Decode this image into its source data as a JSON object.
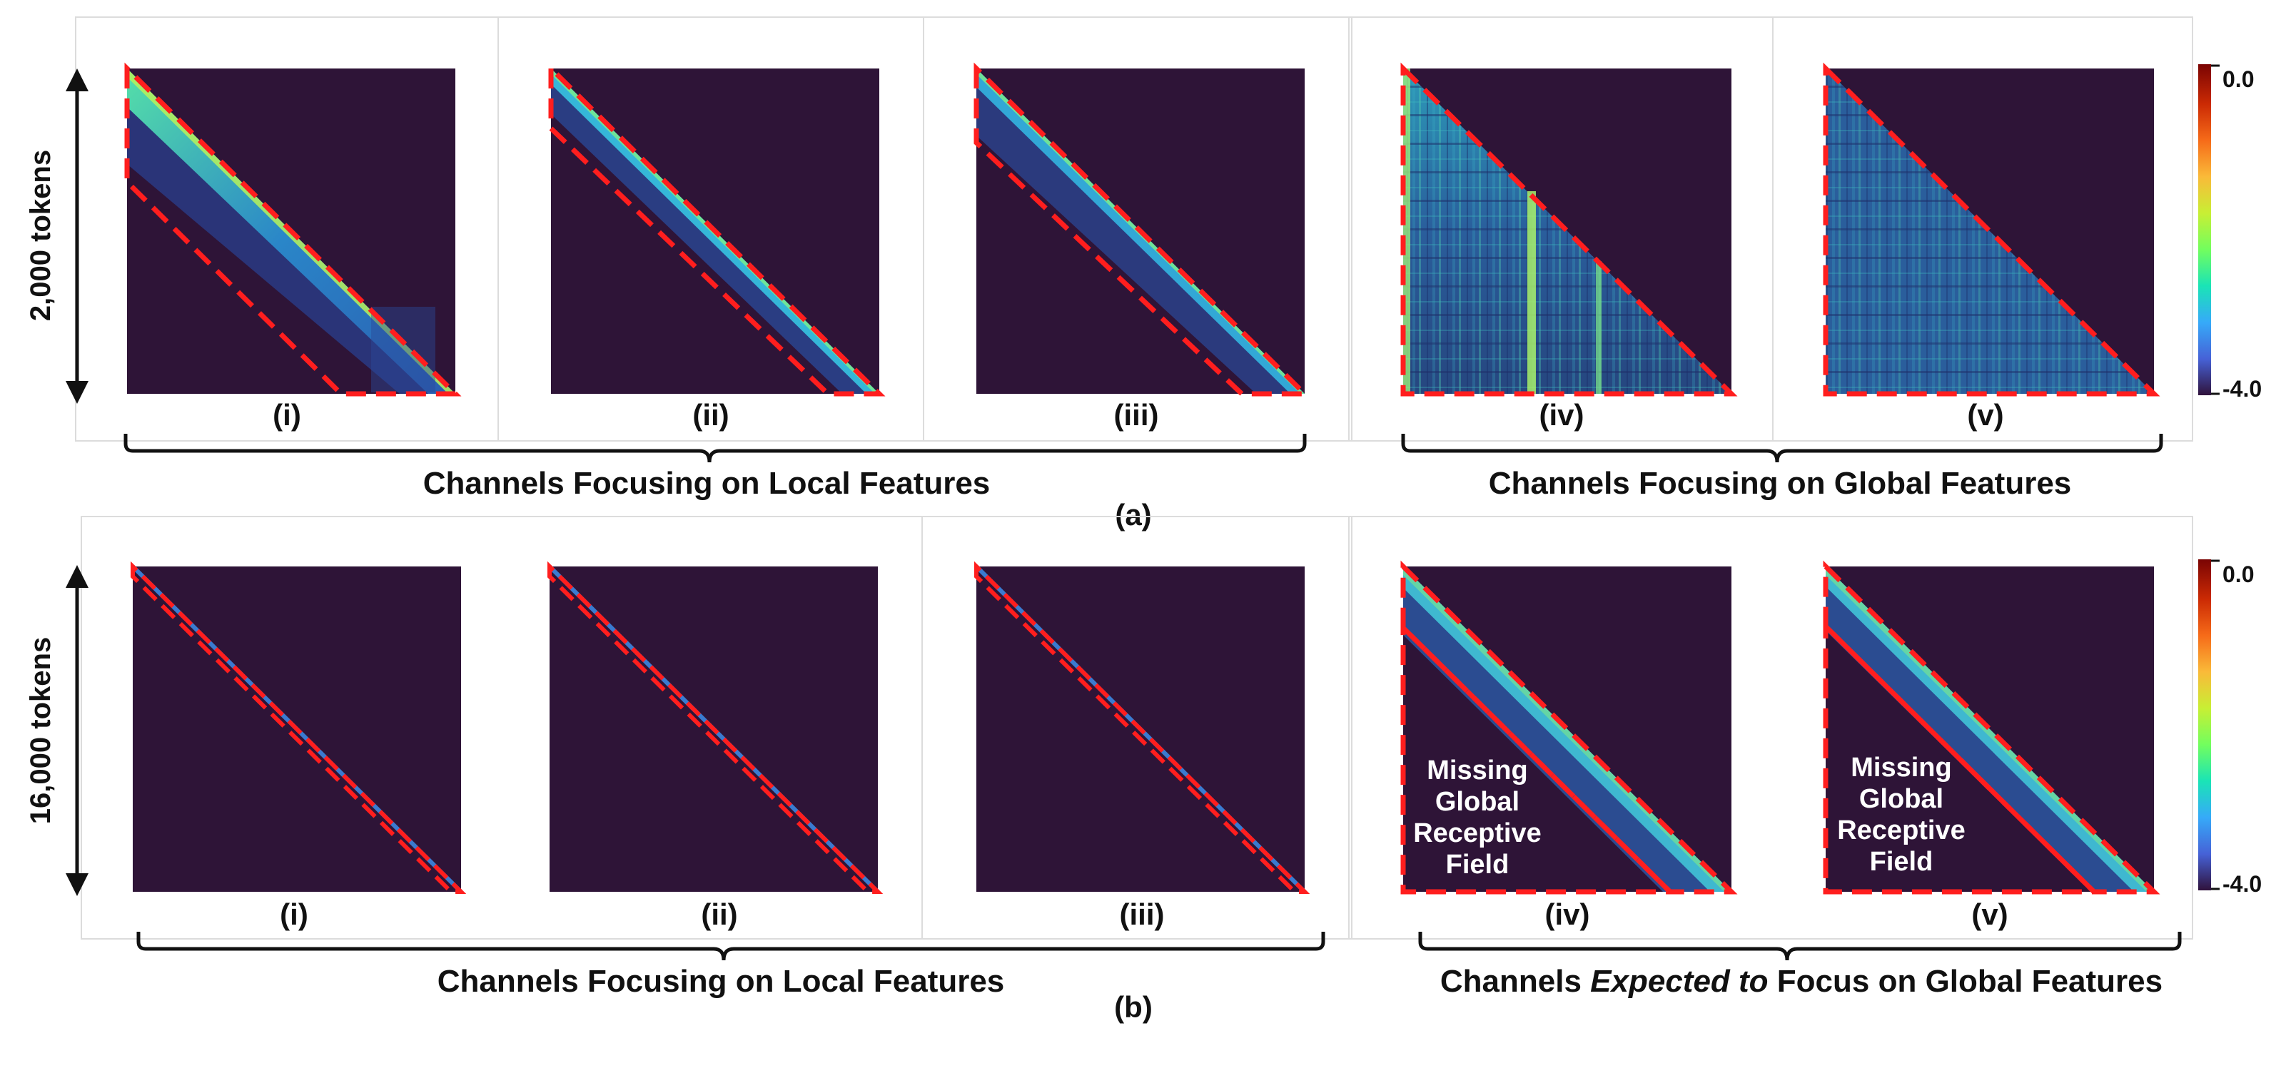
{
  "row_a": {
    "axis_label": "2,000 tokens",
    "panel_labels": [
      "(i)",
      "(ii)",
      "(iii)",
      "(iv)",
      "(v)"
    ],
    "group_left": "Channels Focusing on Local Features",
    "group_right": "Channels Focusing on Global Features",
    "caption": "(a)",
    "colorbar": {
      "max_label": "0.0",
      "min_label": "-4.0"
    }
  },
  "row_b": {
    "axis_label": "16,000 tokens",
    "panel_labels": [
      "(i)",
      "(ii)",
      "(iii)",
      "(iv)",
      "(v)"
    ],
    "group_left": "Channels Focusing on Local Features",
    "group_right_pre": "Channels ",
    "group_right_em": "Expected to",
    "group_right_post": " Focus on Global Features",
    "caption": "(b)",
    "annotation_lines": [
      "Missing",
      "Global",
      "Receptive",
      "Field"
    ],
    "colorbar": {
      "max_label": "0.0",
      "min_label": "-4.0"
    }
  },
  "colors": {
    "background_map": "#2e1437",
    "guide_dash": "#ff1e1e",
    "colormap_stops": [
      "#30123b",
      "#4662d7",
      "#36aaf9",
      "#1ae4b6",
      "#72fe5e",
      "#c8ef34",
      "#faba39",
      "#f66b19",
      "#cb2a04",
      "#7a0403"
    ]
  }
}
